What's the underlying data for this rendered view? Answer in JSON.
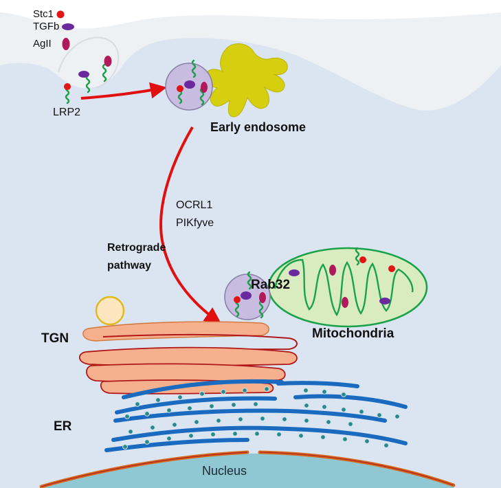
{
  "legend": {
    "stc1": {
      "label": "Stc1",
      "color": "#e21414"
    },
    "tgfb": {
      "label": "TGFb",
      "color": "#6a2a9e"
    },
    "agii": {
      "label": "AgII",
      "color": "#b0195a"
    }
  },
  "labels": {
    "lrp2": "LRP2",
    "early_endosome": "Early endosome",
    "ocrl1": "OCRL1",
    "pikfyve": "PIKfyve",
    "retrograde_line1": "Retrograde",
    "retrograde_line2": "pathway",
    "rab32": "Rab32",
    "mitochondria": "Mitochondria",
    "tgn": "TGN",
    "er": "ER",
    "nucleus": "Nucleus"
  },
  "colors": {
    "cytoplasm": "#dbe5f1",
    "cell_surface": "#eef1f4",
    "receptor_green": "#1a9e4a",
    "arrow_red": "#e01010",
    "endosome_yellow": "#d6cf10",
    "vesicle_lilac": "#c8bde0",
    "mito_fill": "#d9ecc0",
    "mito_outline": "#1aa24a",
    "tgn_fill": "#f6b08e",
    "tgn_outline": "#b01818",
    "er_blue": "#1a6bbf",
    "ribosome_teal": "#2a8a8a",
    "nucleus_fill": "#8fc7d2",
    "envelope_orange": "#d2691e",
    "lipid_droplet": "#fbe6c0"
  }
}
